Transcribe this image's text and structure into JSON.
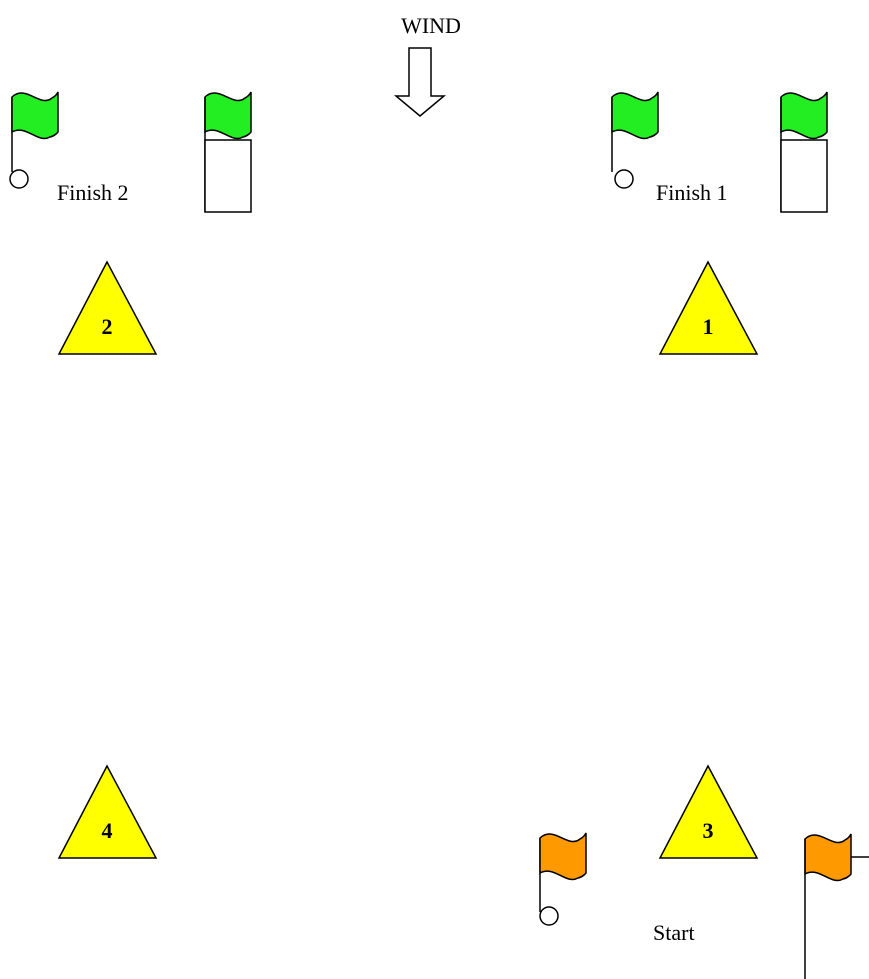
{
  "wind": {
    "label": "WIND"
  },
  "finish_lines": [
    {
      "label": "Finish 2",
      "flag_color": "#22ee22"
    },
    {
      "label": "Finish 1",
      "flag_color": "#22ee22"
    }
  ],
  "start_line": {
    "label": "Start",
    "flag_color": "#ff9900"
  },
  "marks": [
    {
      "number": "1",
      "color": "#ffff00"
    },
    {
      "number": "2",
      "color": "#ffff00"
    },
    {
      "number": "3",
      "color": "#ffff00"
    },
    {
      "number": "4",
      "color": "#ffff00"
    }
  ],
  "colors": {
    "stroke": "#000000",
    "background": "#ffffff"
  }
}
